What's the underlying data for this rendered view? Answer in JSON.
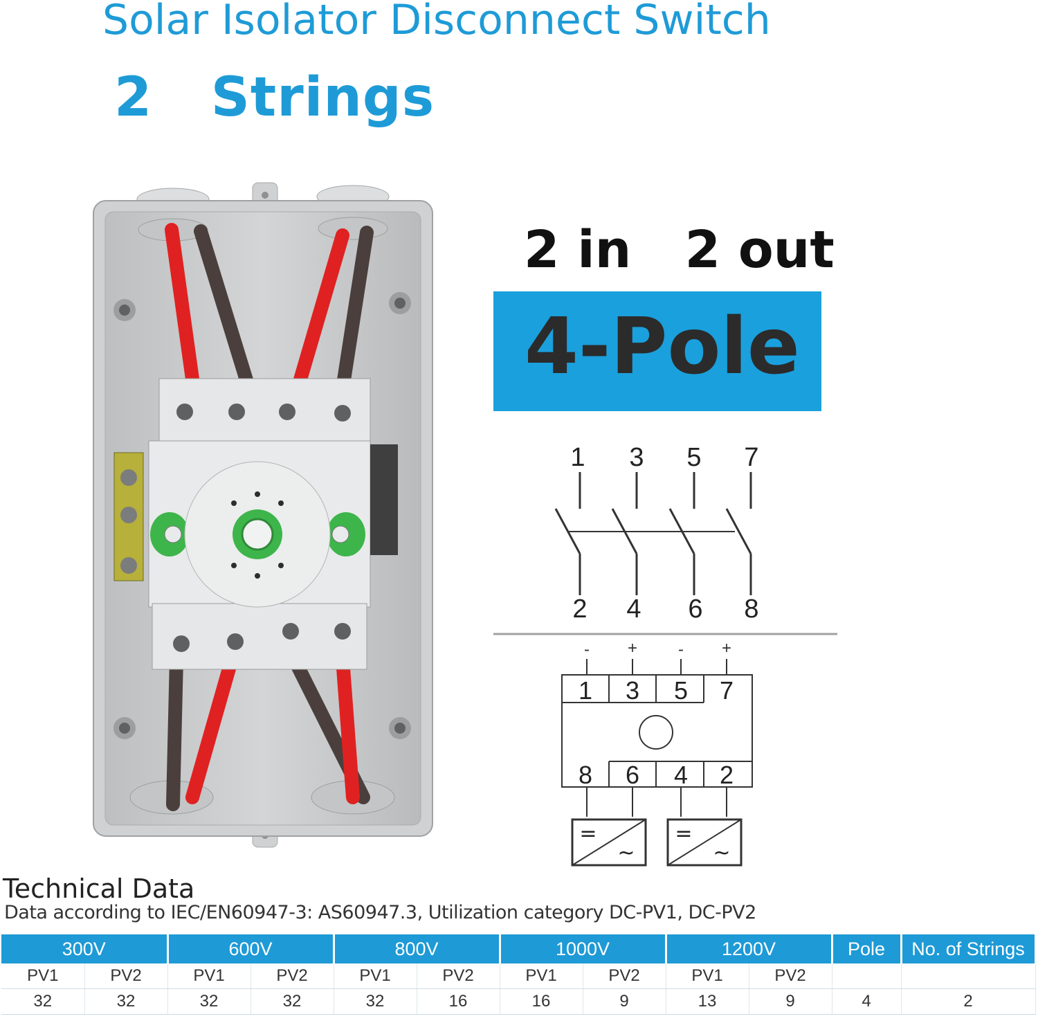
{
  "title": "Solar Isolator Disconnect Switch",
  "strings_label": "2   Strings",
  "io_label": "2 in   2 out",
  "pole_label": "4-Pole",
  "diagram": {
    "top_numbers": [
      "1",
      "3",
      "5",
      "7"
    ],
    "bottom_numbers": [
      "2",
      "4",
      "6",
      "8"
    ],
    "polarity": [
      "-",
      "+",
      "-",
      "+"
    ],
    "terminal_top": [
      "1",
      "3",
      "5",
      "7"
    ],
    "terminal_bottom": [
      "8",
      "6",
      "4",
      "2"
    ],
    "inverter_symbol_dc": "=",
    "inverter_symbol_ac": "~"
  },
  "tech": {
    "title": "Technical Data",
    "subtitle": "Data according to IEC/EN60947-3: AS60947.3, Utilization category DC-PV1, DC-PV2",
    "voltages": [
      "300V",
      "600V",
      "800V",
      "1000V",
      "1200V"
    ],
    "pole_header": "Pole",
    "strings_header": "No. of Strings",
    "sub_headers": [
      "PV1",
      "PV2",
      "PV1",
      "PV2",
      "PV1",
      "PV2",
      "PV1",
      "PV2",
      "PV1",
      "PV2"
    ],
    "values": [
      "32",
      "32",
      "32",
      "32",
      "32",
      "16",
      "16",
      "9",
      "13",
      "9"
    ],
    "pole_value": "4",
    "strings_value": "2"
  },
  "colors": {
    "accent": "#1e9bd7",
    "pole_box": "#1aa0dc",
    "table_header": "#1e9ad6",
    "cable_red": "#e02121",
    "cable_dark": "#4a3f3c",
    "enclosure": "#c9cbcc",
    "dial_green": "#3db54a"
  }
}
